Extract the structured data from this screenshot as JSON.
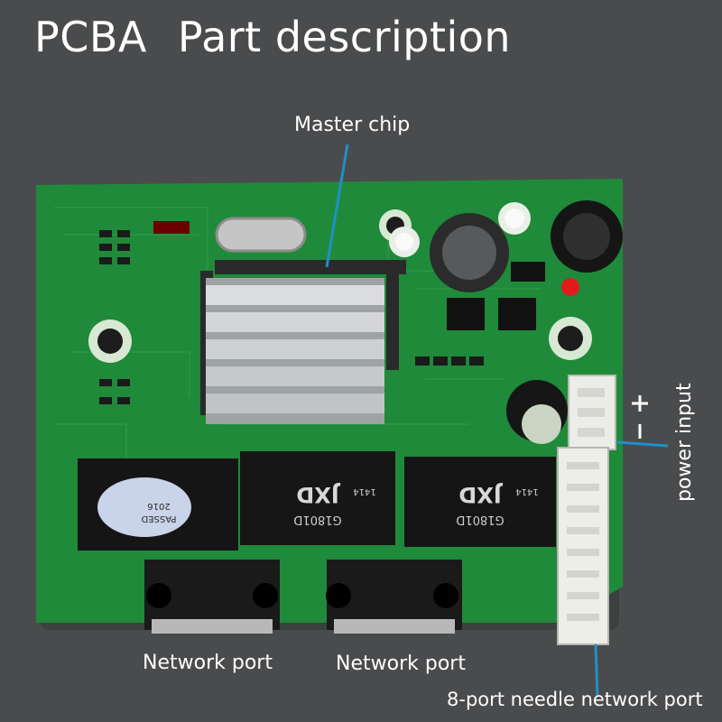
{
  "title": {
    "brand": "PCBA",
    "heading": "Part description"
  },
  "labels": {
    "master_chip": "Master chip",
    "power_input": "power input",
    "network_port_1": "Network port",
    "network_port_2": "Network port",
    "needle_port": "8-port needle network port"
  },
  "markings": {
    "chip_brand": "JXD",
    "chip_model": "G1801D",
    "chip_code": "1414",
    "sticker_line1": "PASSED",
    "sticker_line2": "2016"
  },
  "colors": {
    "background": "#4a4b4d",
    "pcb_green": "#1f8a3a",
    "pointer_blue": "#1e90c8",
    "text": "#ffffff"
  }
}
